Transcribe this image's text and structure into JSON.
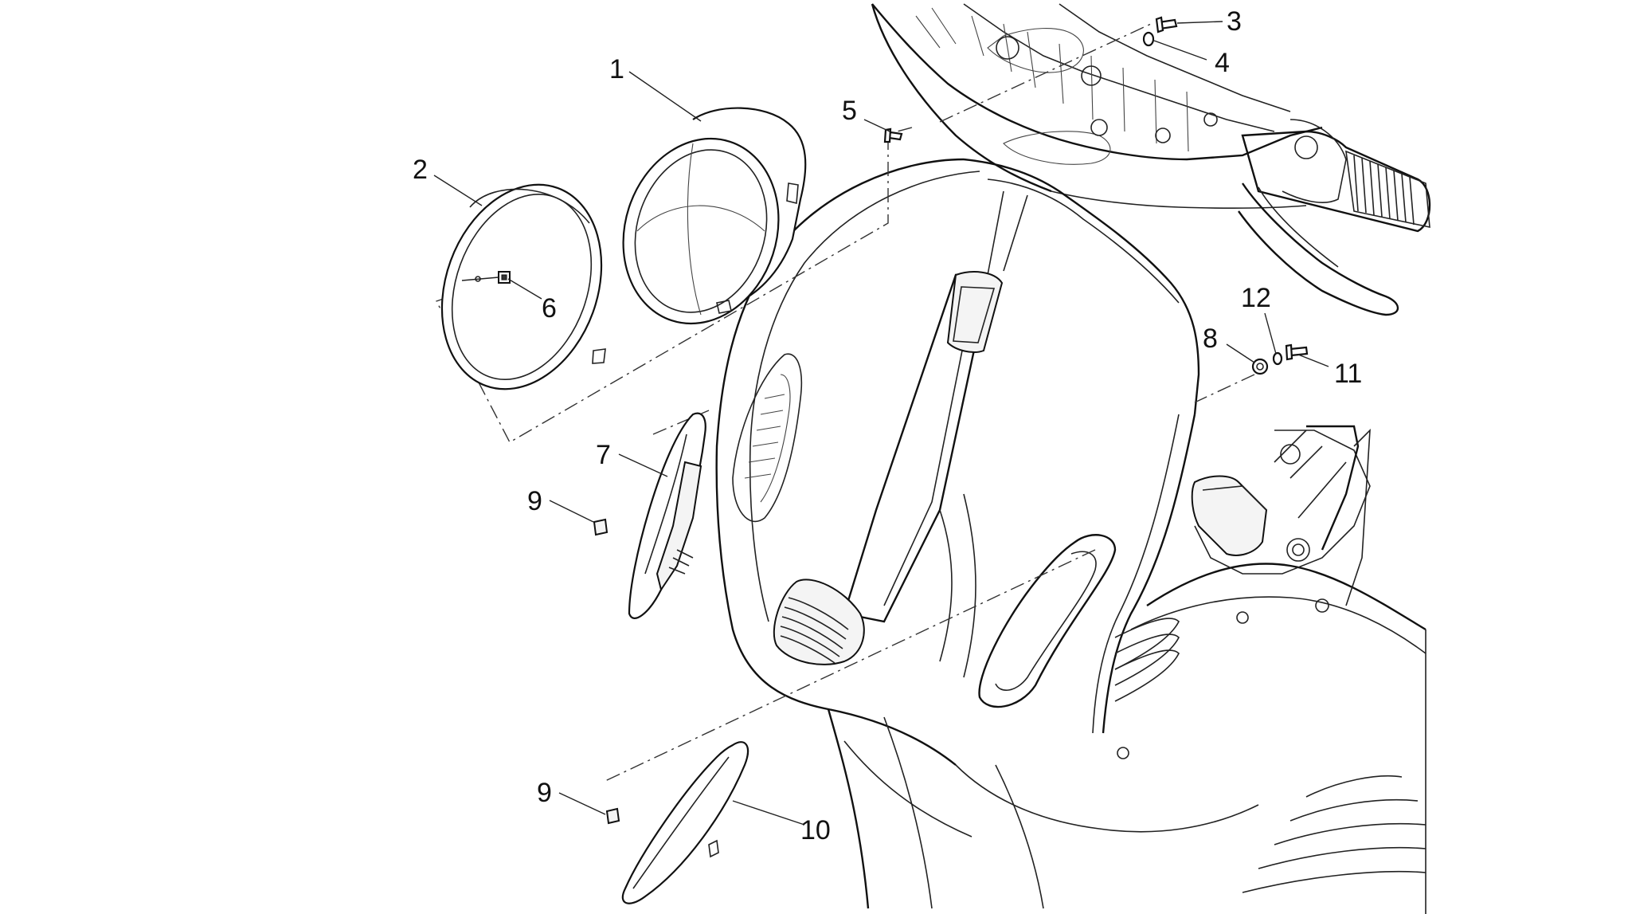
{
  "diagram": {
    "callouts": [
      {
        "id": "c1",
        "text": "1"
      },
      {
        "id": "c2",
        "text": "2"
      },
      {
        "id": "c3",
        "text": "3"
      },
      {
        "id": "c4",
        "text": "4"
      },
      {
        "id": "c5",
        "text": "5"
      },
      {
        "id": "c6",
        "text": "6"
      },
      {
        "id": "c7",
        "text": "7"
      },
      {
        "id": "c8",
        "text": "8"
      },
      {
        "id": "c9a",
        "text": "9"
      },
      {
        "id": "c9b",
        "text": "9"
      },
      {
        "id": "c10",
        "text": "10"
      },
      {
        "id": "c11",
        "text": "11"
      },
      {
        "id": "c12",
        "text": "12"
      }
    ]
  }
}
